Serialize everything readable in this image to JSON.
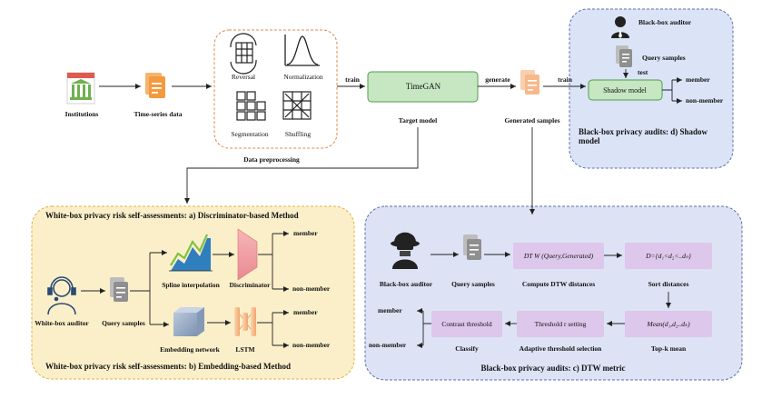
{
  "top": {
    "institutions": "Institutions",
    "time_series_data": "Time-series  data",
    "preprocessing": {
      "title": "Data preprocessing",
      "reversal": "Reversal",
      "normalization": "Normalization",
      "segmentation": "Segmentation",
      "shuffling": "Shuffling"
    },
    "train1": "train",
    "timegan": "TimeGAN",
    "target_model": "Target model",
    "generate": "generate",
    "generated_samples": "Generated samples",
    "train2": "train"
  },
  "shadow": {
    "auditor": "Black-box auditor",
    "query_samples": "Query samples",
    "test": "test",
    "model": "Shadow model",
    "member": "member",
    "non_member": "non-member",
    "caption": "Black-box privacy audits: d) Shadow model"
  },
  "whitebox": {
    "title_a": "White-box privacy risk self-assessments: a)  Discriminator-based Method",
    "title_b": "White-box privacy risk self-assessments: b) Embedding-based Method",
    "auditor": "White-box auditor",
    "query_samples": "Query samples",
    "spline": "Spline interpolation",
    "discriminator": "Discriminator",
    "embedding": "Embedding network",
    "lstm": "LSTM",
    "member_a": "member",
    "non_member_a": "non-member",
    "member_b": "member",
    "non_member_b": "non-member"
  },
  "dtw": {
    "auditor": "Black-box auditor",
    "query_samples": "Query samples",
    "box_dtw": "DT W (Query,Generated)",
    "compute": "Compute DTW distances",
    "box_sort": "D={d₁<d₂<..dₙ}",
    "sort": "Sort distances",
    "box_mean": "Mean(d₁,d₂..dₖ)",
    "topk": "Top-k mean",
    "box_threshold": "Threshold r setting",
    "adaptive": "Adaptive threshold selection",
    "box_contrast": "Contrast threshold",
    "classify": "Classify",
    "member": "member",
    "non_member": "non-member",
    "caption": "Black-box privacy audits: c) DTW metric"
  },
  "colors": {
    "shadow_bg": "#dbe4f7",
    "dtw_bg": "#dde3f5",
    "whitebox_bg": "#fbefc9",
    "timegan_fill": "#c6e7c2",
    "timegan_border": "#4f9c4a",
    "lavender_box": "#ddc7ea",
    "file_orange": "#f39a3f",
    "file_peach": "#f6b98c",
    "file_gray": "#9b9b9b"
  }
}
